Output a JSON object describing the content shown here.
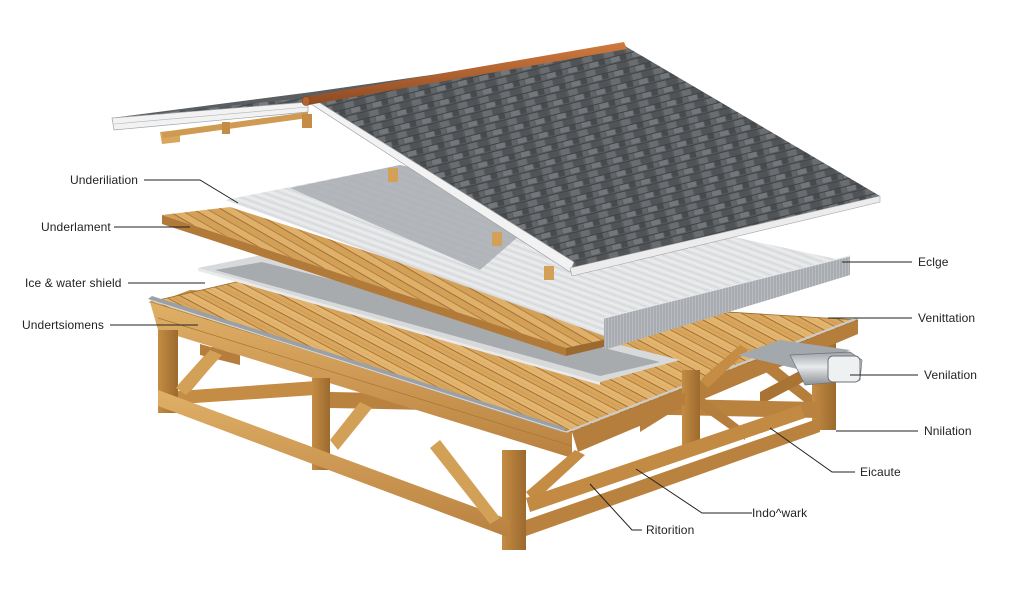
{
  "diagram": {
    "type": "exploded-roof-assembly",
    "colors": {
      "background": "#ffffff",
      "shingle_dark": "#4a4d50",
      "shingle_mid": "#6a6e72",
      "shingle_light": "#8a8e92",
      "ridge_cap": "#b5622e",
      "fascia_white": "#f2f2f2",
      "underlayment_white": "#e6e8ea",
      "underlayment_shadow": "#a9adb1",
      "wood_light": "#e0b067",
      "wood_mid": "#c98f45",
      "wood_dark": "#9a6a2f",
      "membrane_gray": "#a8abae",
      "membrane_edge": "#d9dbdd",
      "duct_silver": "#c9ccd0",
      "leader_line": "#222222",
      "label_text": "#222222"
    },
    "labels_left": [
      {
        "id": "underiliation",
        "text": "Underiliation"
      },
      {
        "id": "underlament",
        "text": "Underlament"
      },
      {
        "id": "ice-water-shield",
        "text": "Ice & water shield"
      },
      {
        "id": "undertsiomens",
        "text": "Undertsiomens"
      }
    ],
    "labels_right": [
      {
        "id": "edge",
        "text": "Eclge"
      },
      {
        "id": "venittation",
        "text": "Venittation"
      },
      {
        "id": "venilation",
        "text": "Venilation"
      },
      {
        "id": "nnilation",
        "text": "Nnilation"
      },
      {
        "id": "eicaute",
        "text": "Eicaute"
      }
    ],
    "labels_bottom": [
      {
        "id": "indowark",
        "text": "Indo^wark"
      },
      {
        "id": "ritorition",
        "text": "Ritorition"
      }
    ]
  }
}
